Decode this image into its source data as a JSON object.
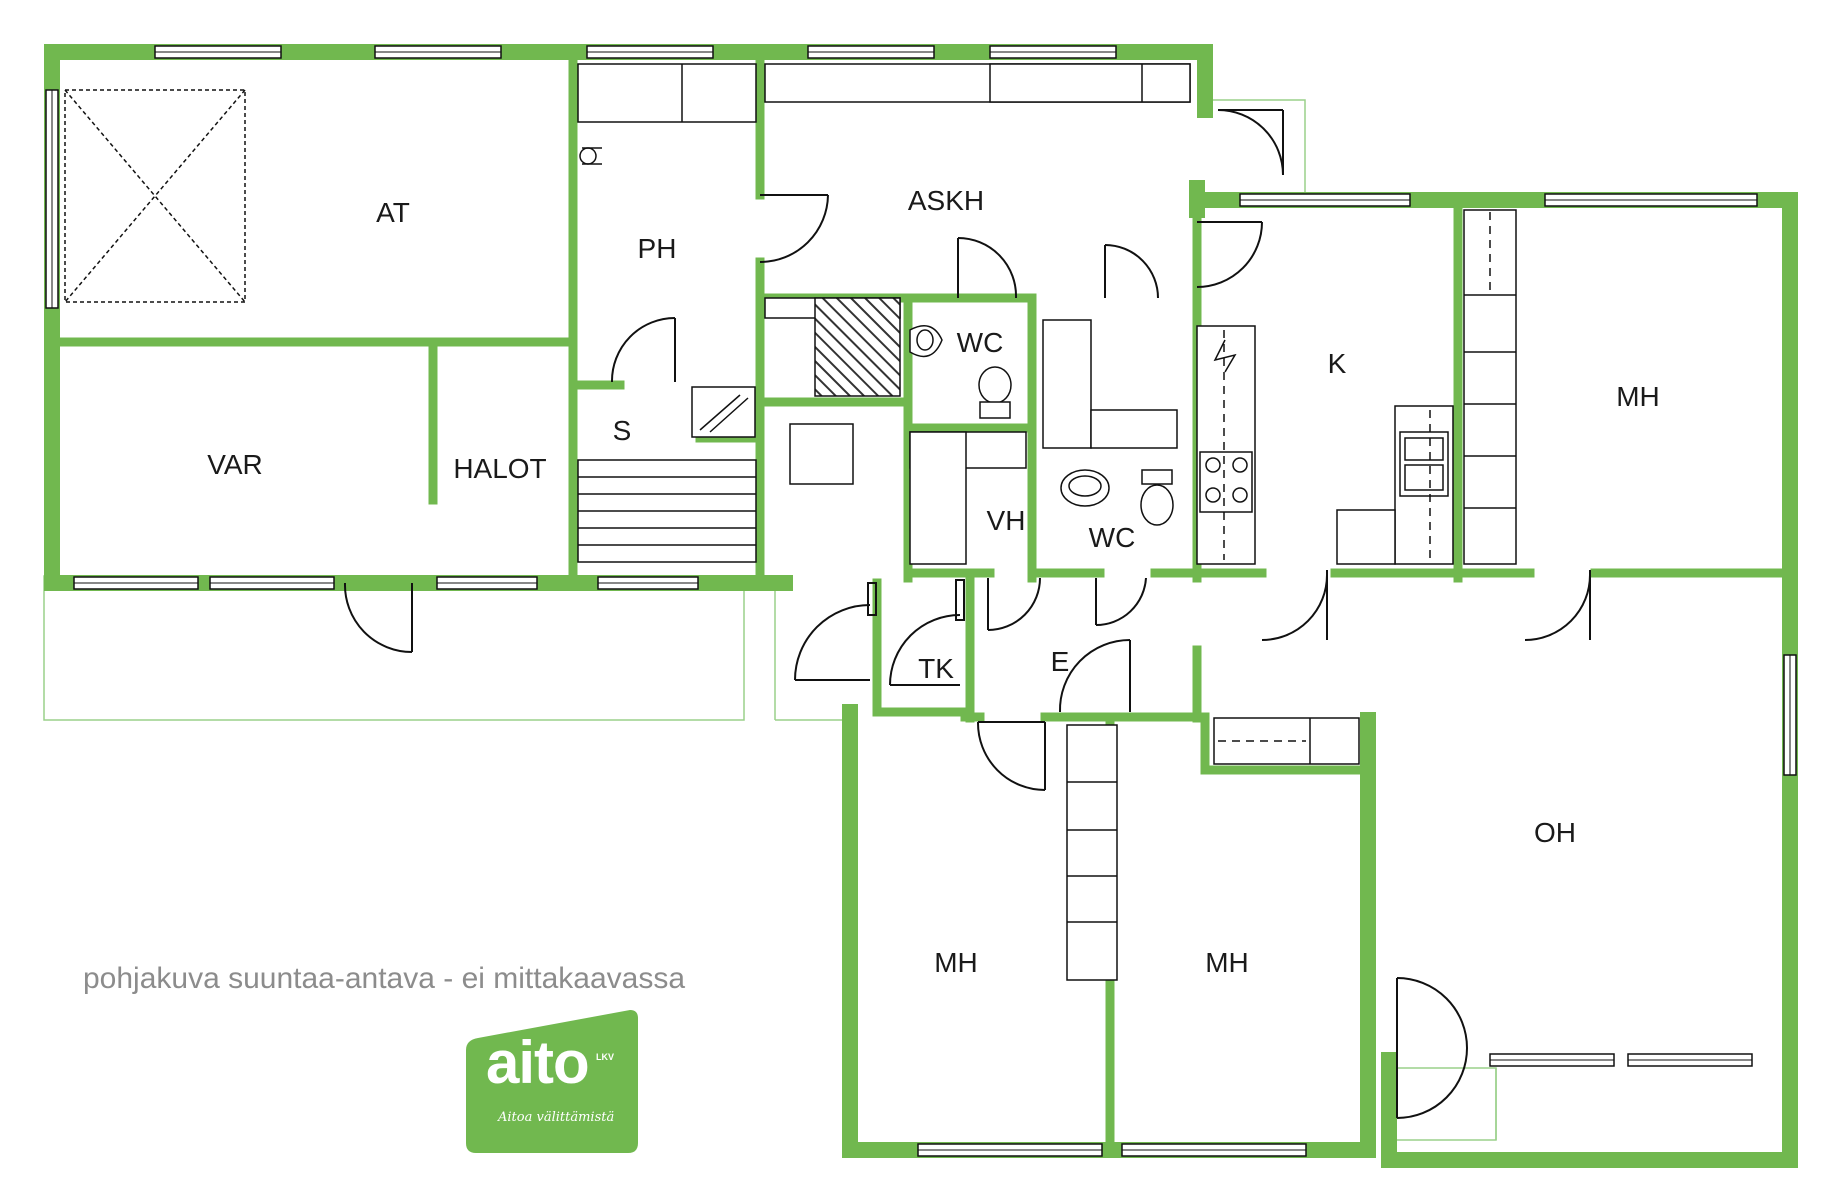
{
  "colors": {
    "wall": "#71b84f",
    "line": "#111111",
    "hatch": "#333333",
    "faint": "#9ad08a",
    "note": "#8c8c8c",
    "logo_bg": "#71b84f"
  },
  "rooms": {
    "at": "AT",
    "ph": "PH",
    "askh": "ASKH",
    "wc_upper": "WC",
    "k": "K",
    "mh_right": "MH",
    "var": "VAR",
    "halot": "HALOT",
    "s": "S",
    "vh": "VH",
    "wc_lower": "WC",
    "tk": "TK",
    "e": "E",
    "oh": "OH",
    "mh_left": "MH",
    "mh_middle": "MH"
  },
  "note": "pohjakuva suuntaa-antava - ei mittakaavassa",
  "logo": {
    "word": "aito",
    "suffix": "LKV",
    "tagline": "Aitoa välittämistä"
  }
}
